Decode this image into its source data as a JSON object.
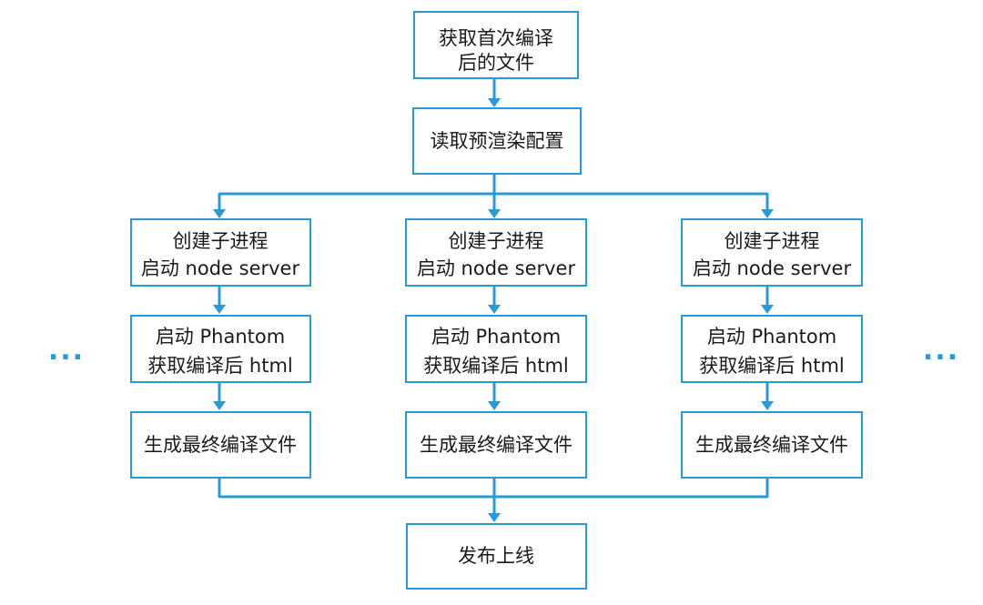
{
  "colors": {
    "accent": "#2a9ad6",
    "text": "#1a1a1a",
    "background": "#ffffff"
  },
  "nodes": {
    "get_first_compiled": {
      "line1": "获取首次编译",
      "line2": "后的文件"
    },
    "read_prerender_config": {
      "line1": "读取预渲染配置"
    },
    "columns": [
      {
        "spawn": {
          "line1": "创建子进程",
          "line2": "启动 node server"
        },
        "phantom": {
          "line1": "启动 Phantom",
          "line2": "获取编译后 html"
        },
        "generate": {
          "line1": "生成最终编译文件"
        }
      },
      {
        "spawn": {
          "line1": "创建子进程",
          "line2": "启动 node server"
        },
        "phantom": {
          "line1": "启动 Phantom",
          "line2": "获取编译后 html"
        },
        "generate": {
          "line1": "生成最终编译文件"
        }
      },
      {
        "spawn": {
          "line1": "创建子进程",
          "line2": "启动 node server"
        },
        "phantom": {
          "line1": "启动 Phantom",
          "line2": "获取编译后 html"
        },
        "generate": {
          "line1": "生成最终编译文件"
        }
      }
    ],
    "publish": {
      "line1": "发布上线"
    }
  },
  "ellipsis": {
    "left": "···",
    "right": "···"
  }
}
